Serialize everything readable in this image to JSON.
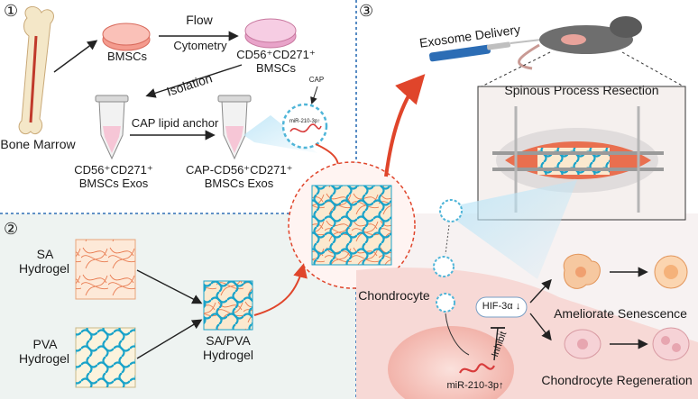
{
  "panels": {
    "p1": "①",
    "p2": "②",
    "p3": "③"
  },
  "panel1": {
    "bone_marrow": "Bone Marrow",
    "bmscs": "BMSCs",
    "flow_l1": "Flow",
    "flow_l2": "Cytometry",
    "cd56_bmscs_l1": "CD56⁺CD271⁺",
    "cd56_bmscs_l2": "BMSCs",
    "isolation": "Isolation",
    "cap_lipid": "CAP lipid anchor",
    "exos_l1": "CD56⁺CD271⁺",
    "exos_l2": "BMSCs Exos",
    "cap_exos_l1": "CAP-CD56⁺CD271⁺",
    "cap_exos_l2": "BMSCs Exos",
    "cap_tag": "CAP",
    "mir_tag": "miR-210-3p↑"
  },
  "panel2": {
    "sa_l1": "SA",
    "sa_l2": "Hydrogel",
    "pva_l1": "PVA",
    "pva_l2": "Hydrogel",
    "sapva_l1": "SA/PVA",
    "sapva_l2": "Hydrogel"
  },
  "panel3": {
    "exosome_delivery": "Exosome Delivery",
    "spinous": "Spinous Process Resection",
    "chondrocyte": "Chondrocyte",
    "hif": "HIF-3α ↓",
    "inhibit": "Inhibit",
    "mir": "miR-210-3p↑",
    "ameliorate": "Ameliorate Senescence",
    "regeneration": "Chondrocyte Regeneration"
  },
  "colors": {
    "divider": "#2f6fb5",
    "arrow_red": "#e0452b",
    "hydrogel_blue": "#1aa3c9",
    "hydrogel_orange": "#f08a5d",
    "cell_pink": "#f7c9c6",
    "panel2_bg": "#eef3f1"
  }
}
